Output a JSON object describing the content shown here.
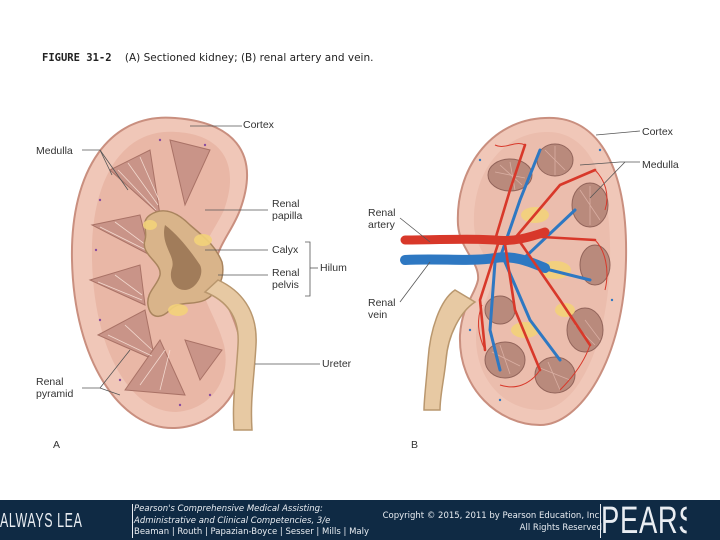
{
  "caption": {
    "figure_number": "FIGURE 31-2",
    "text": "(A) Sectioned kidney; (B) renal artery and vein."
  },
  "panel_a": {
    "letter": "A",
    "labels": {
      "cortex": "Cortex",
      "medulla": "Medulla",
      "renal_papilla": [
        "Renal",
        "papilla"
      ],
      "calyx": "Calyx",
      "renal_pelvis": [
        "Renal",
        "pelvis"
      ],
      "hilum": "Hilum",
      "ureter": "Ureter",
      "renal_pyramid": [
        "Renal",
        "pyramid"
      ]
    }
  },
  "panel_b": {
    "letter": "B",
    "labels": {
      "cortex": "Cortex",
      "medulla": "Medulla",
      "renal_artery": [
        "Renal",
        "artery"
      ],
      "renal_vein": [
        "Renal",
        "vein"
      ]
    }
  },
  "footer": {
    "tagline": "ALWAYS LEARNING",
    "book_title_line1": "Pearson's Comprehensive Medical Assisting:",
    "book_title_line2": "Administrative and Clinical Competencies, 3/e",
    "authors": "Beaman | Routh | Papazian-Boyce | Sesser | Mills | Maly",
    "copyright": "Copyright © 2015, 2011 by Pearson Education, Inc.",
    "rights": "All Rights Reserved",
    "brand": "PEARSON"
  },
  "colors": {
    "footer_bg": "#0f2a44",
    "cortex": "#e9b7a6",
    "pyramid": "#b98a7c",
    "pelvis": "#e3c9a3",
    "artery": "#d8382a",
    "vein": "#2e78c2"
  }
}
